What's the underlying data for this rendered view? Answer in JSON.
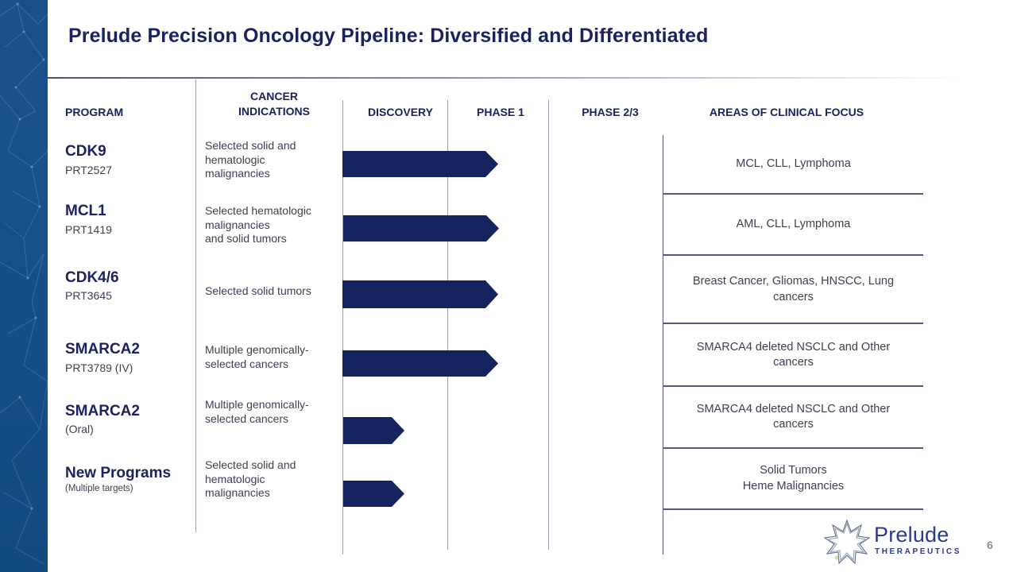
{
  "slide": {
    "title": "Prelude Precision Oncology Pipeline: Diversified and Differentiated",
    "page_number": "6"
  },
  "columns": {
    "program": "PROGRAM",
    "cancer_indications_line1": "CANCER",
    "cancer_indications_line2": "INDICATIONS",
    "discovery": "DISCOVERY",
    "phase1": "PHASE 1",
    "phase23": "PHASE 2/3",
    "areas_of_focus": "AREAS OF CLINICAL FOCUS"
  },
  "programs": [
    {
      "name": "CDK9",
      "code": "PRT2527",
      "indication": [
        "Selected solid and",
        "hematologic",
        "malignancies"
      ],
      "stage": "Phase 1",
      "focus": [
        "MCL, CLL, Lymphoma"
      ]
    },
    {
      "name": "MCL1",
      "code": "PRT1419",
      "indication": [
        "Selected hematologic",
        "malignancies",
        "and solid tumors"
      ],
      "stage": "Phase 1",
      "focus": [
        "AML, CLL, Lymphoma"
      ]
    },
    {
      "name": "CDK4/6",
      "code": "PRT3645",
      "indication": [
        "Selected solid tumors"
      ],
      "stage": "Phase 1",
      "focus": [
        "Breast Cancer, Gliomas, HNSCC, Lung",
        "cancers"
      ]
    },
    {
      "name": "SMARCA2",
      "code": "PRT3789 (IV)",
      "indication": [
        "Multiple genomically-",
        "selected cancers"
      ],
      "stage": "Phase 1",
      "focus": [
        "SMARCA4 deleted NSCLC and Other",
        "cancers"
      ]
    },
    {
      "name": "SMARCA2",
      "code": "(Oral)",
      "indication": [
        "Multiple genomically-",
        "selected cancers"
      ],
      "stage": "Discovery",
      "focus": [
        "SMARCA4 deleted NSCLC and Other",
        "cancers"
      ]
    },
    {
      "name": "New Programs",
      "code": "(Multiple targets)",
      "indication": [
        "Selected solid and",
        "hematologic",
        "malignancies"
      ],
      "stage": "Discovery",
      "focus": [
        "Solid Tumors",
        "Heme Malignancies"
      ]
    }
  ],
  "logo": {
    "wordmark": "Prelude",
    "subtitle": "THERAPEUTICS"
  },
  "colors": {
    "navy": "#1b2260",
    "bar": "#15235e",
    "side_band": "#175089",
    "body_text": "#3c4055"
  }
}
